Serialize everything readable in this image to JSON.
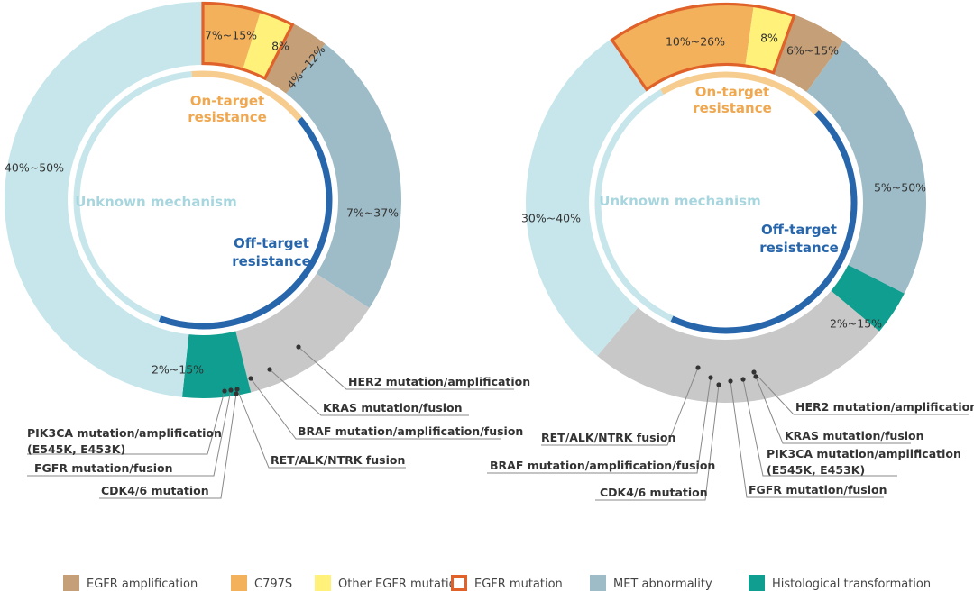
{
  "legend": [
    {
      "label": "EGFR amplification",
      "fill": "#c59f77",
      "stroke": "none"
    },
    {
      "label": "C797S",
      "fill": "#f2b15a",
      "stroke": "none"
    },
    {
      "label": "Other EGFR mutation",
      "fill": "#fff17a",
      "stroke": "none"
    },
    {
      "label": "EGFR mutation",
      "fill": "#ffffff",
      "stroke": "#e0622a"
    },
    {
      "label": "MET abnormality",
      "fill": "#9dbcc7",
      "stroke": "none"
    },
    {
      "label": "Histological transformation",
      "fill": "#0f9e8f",
      "stroke": "none"
    }
  ],
  "colors": {
    "unknown": "#c6e6eb",
    "off_target_other": "#c8c8c8",
    "on_target_arc": "#f6cc8f",
    "off_target_arc": "#2866ac",
    "unknown_arc": "#c6e6eb",
    "egfr_mutation_border": "#e0622a",
    "text_on_target": "#f0a850",
    "text_off_target": "#2866ac",
    "text_unknown": "#a8d6df"
  },
  "charts": [
    {
      "id": "left",
      "inner": {
        "on_target": [
          "On-target",
          "resistance"
        ],
        "off_target": [
          "Off-target",
          "resistance"
        ],
        "unknown": "Unknown mechanism"
      },
      "segments": [
        {
          "key": "c797s",
          "label": "7%~15%"
        },
        {
          "key": "other_egfr",
          "label": "8%"
        },
        {
          "key": "egfr_amp",
          "label": "4%~12%"
        },
        {
          "key": "met",
          "label": "7%~37%"
        },
        {
          "key": "off_other",
          "label": ""
        },
        {
          "key": "histo",
          "label": "2%~15%"
        },
        {
          "key": "unknown",
          "label": "40%~50%"
        }
      ],
      "annotations": [
        {
          "label": "HER2 mutation/amplification"
        },
        {
          "label": "KRAS mutation/fusion"
        },
        {
          "label": "BRAF mutation/amplification/fusion"
        },
        {
          "label": "RET/ALK/NTRK fusion"
        },
        {
          "label": "PIK3CA mutation/amplification",
          "line2": "(E545K, E453K)"
        },
        {
          "label": "FGFR mutation/fusion"
        },
        {
          "label": "CDK4/6 mutation"
        }
      ]
    },
    {
      "id": "right",
      "inner": {
        "on_target": [
          "On-target",
          "resistance"
        ],
        "off_target": [
          "Off-target",
          "resistance"
        ],
        "unknown": "Unknown mechanism"
      },
      "segments": [
        {
          "key": "c797s",
          "label": "10%~26%"
        },
        {
          "key": "other_egfr",
          "label": "8%"
        },
        {
          "key": "egfr_amp",
          "label": "6%~15%"
        },
        {
          "key": "met",
          "label": "5%~50%"
        },
        {
          "key": "histo",
          "label": "2%~15%"
        },
        {
          "key": "off_other",
          "label": ""
        },
        {
          "key": "unknown",
          "label": "30%~40%"
        }
      ],
      "annotations": [
        {
          "label": "HER2 mutation/amplification"
        },
        {
          "label": "KRAS mutation/fusion"
        },
        {
          "label": "PIK3CA mutation/amplification",
          "line2": "(E545K, E453K)"
        },
        {
          "label": "FGFR mutation/fusion"
        },
        {
          "label": "CDK4/6 mutation"
        },
        {
          "label": "BRAF mutation/amplification/fusion"
        },
        {
          "label": "RET/ALK/NTRK fusion"
        }
      ]
    }
  ]
}
